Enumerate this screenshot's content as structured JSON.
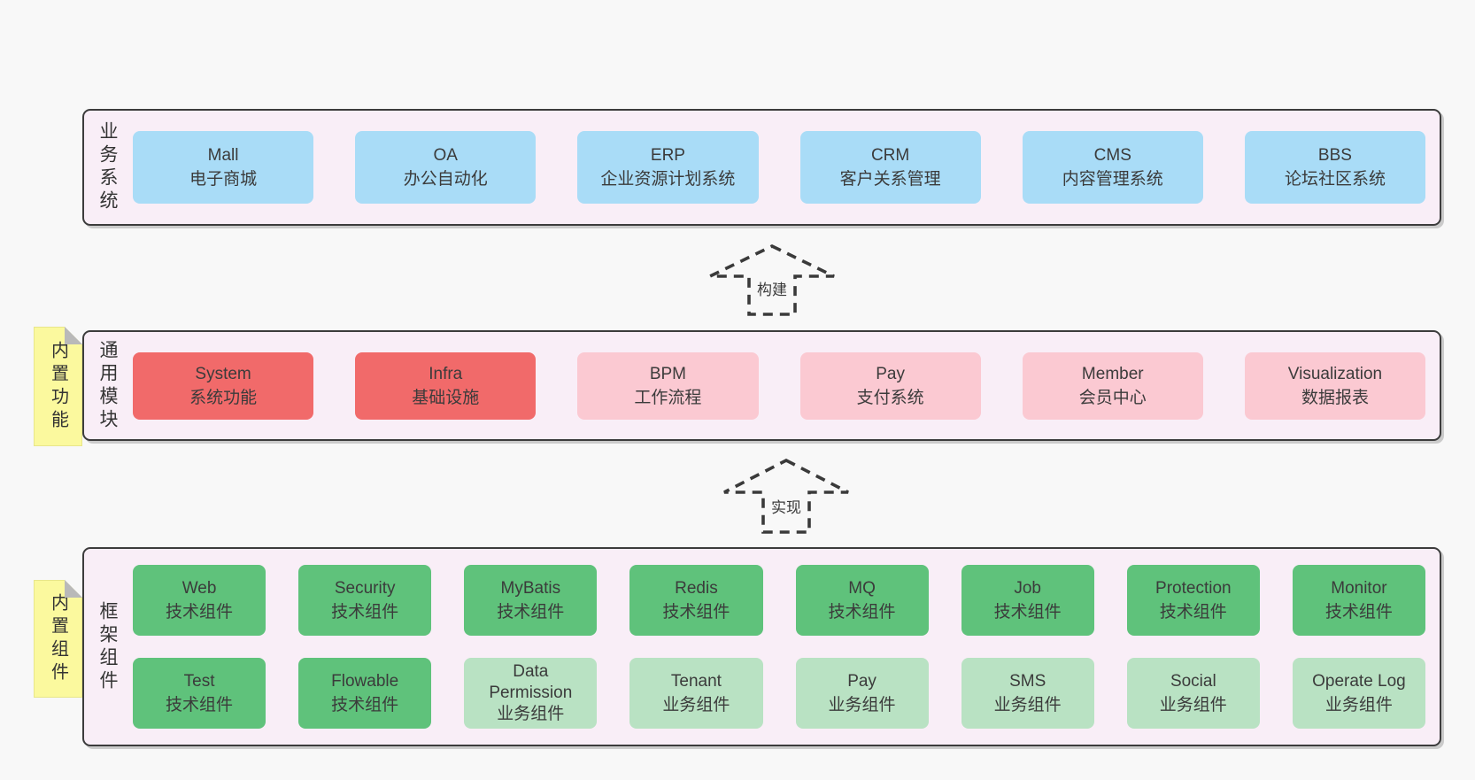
{
  "colors": {
    "page_bg": "#f8f8f8",
    "band_bg": "#f9eef7",
    "band_border": "#3c3c3c",
    "blue_box": "#a9dcf7",
    "red_box": "#f16a6a",
    "pink_box": "#fbc9d2",
    "green_box": "#5fc27b",
    "light_green_box": "#b9e2c3",
    "sticky_yellow": "#fbf99e",
    "text": "#3b3b3b"
  },
  "arrows": {
    "build": {
      "label": "构建"
    },
    "implement": {
      "label": "实现"
    }
  },
  "business_band": {
    "side_label": "业务系统",
    "boxes": [
      {
        "name": "Mall",
        "desc": "电子商城"
      },
      {
        "name": "OA",
        "desc": "办公自动化"
      },
      {
        "name": "ERP",
        "desc": "企业资源计划系统"
      },
      {
        "name": "CRM",
        "desc": "客户关系管理"
      },
      {
        "name": "CMS",
        "desc": "内容管理系统"
      },
      {
        "name": "BBS",
        "desc": "论坛社区系统"
      }
    ]
  },
  "modules_band": {
    "side_label": "通用模块",
    "sticky_note": "内置功能",
    "boxes": [
      {
        "name": "System",
        "desc": "系统功能"
      },
      {
        "name": "Infra",
        "desc": "基础设施"
      },
      {
        "name": "BPM",
        "desc": "工作流程"
      },
      {
        "name": "Pay",
        "desc": "支付系统"
      },
      {
        "name": "Member",
        "desc": "会员中心"
      },
      {
        "name": "Visualization",
        "desc": "数据报表"
      }
    ]
  },
  "components_band": {
    "side_label": "框架组件",
    "sticky_note": "内置组件",
    "row1": [
      {
        "name": "Web",
        "desc": "技术组件"
      },
      {
        "name": "Security",
        "desc": "技术组件"
      },
      {
        "name": "MyBatis",
        "desc": "技术组件"
      },
      {
        "name": "Redis",
        "desc": "技术组件"
      },
      {
        "name": "MQ",
        "desc": "技术组件"
      },
      {
        "name": "Job",
        "desc": "技术组件"
      },
      {
        "name": "Protection",
        "desc": "技术组件"
      },
      {
        "name": "Monitor",
        "desc": "技术组件"
      }
    ],
    "row2": [
      {
        "name": "Test",
        "desc": "技术组件"
      },
      {
        "name": "Flowable",
        "desc": "技术组件"
      },
      {
        "name": "Data Permission",
        "desc": "业务组件"
      },
      {
        "name": "Tenant",
        "desc": "业务组件"
      },
      {
        "name": "Pay",
        "desc": "业务组件"
      },
      {
        "name": "SMS",
        "desc": "业务组件"
      },
      {
        "name": "Social",
        "desc": "业务组件"
      },
      {
        "name": "Operate Log",
        "desc": "业务组件"
      }
    ]
  }
}
